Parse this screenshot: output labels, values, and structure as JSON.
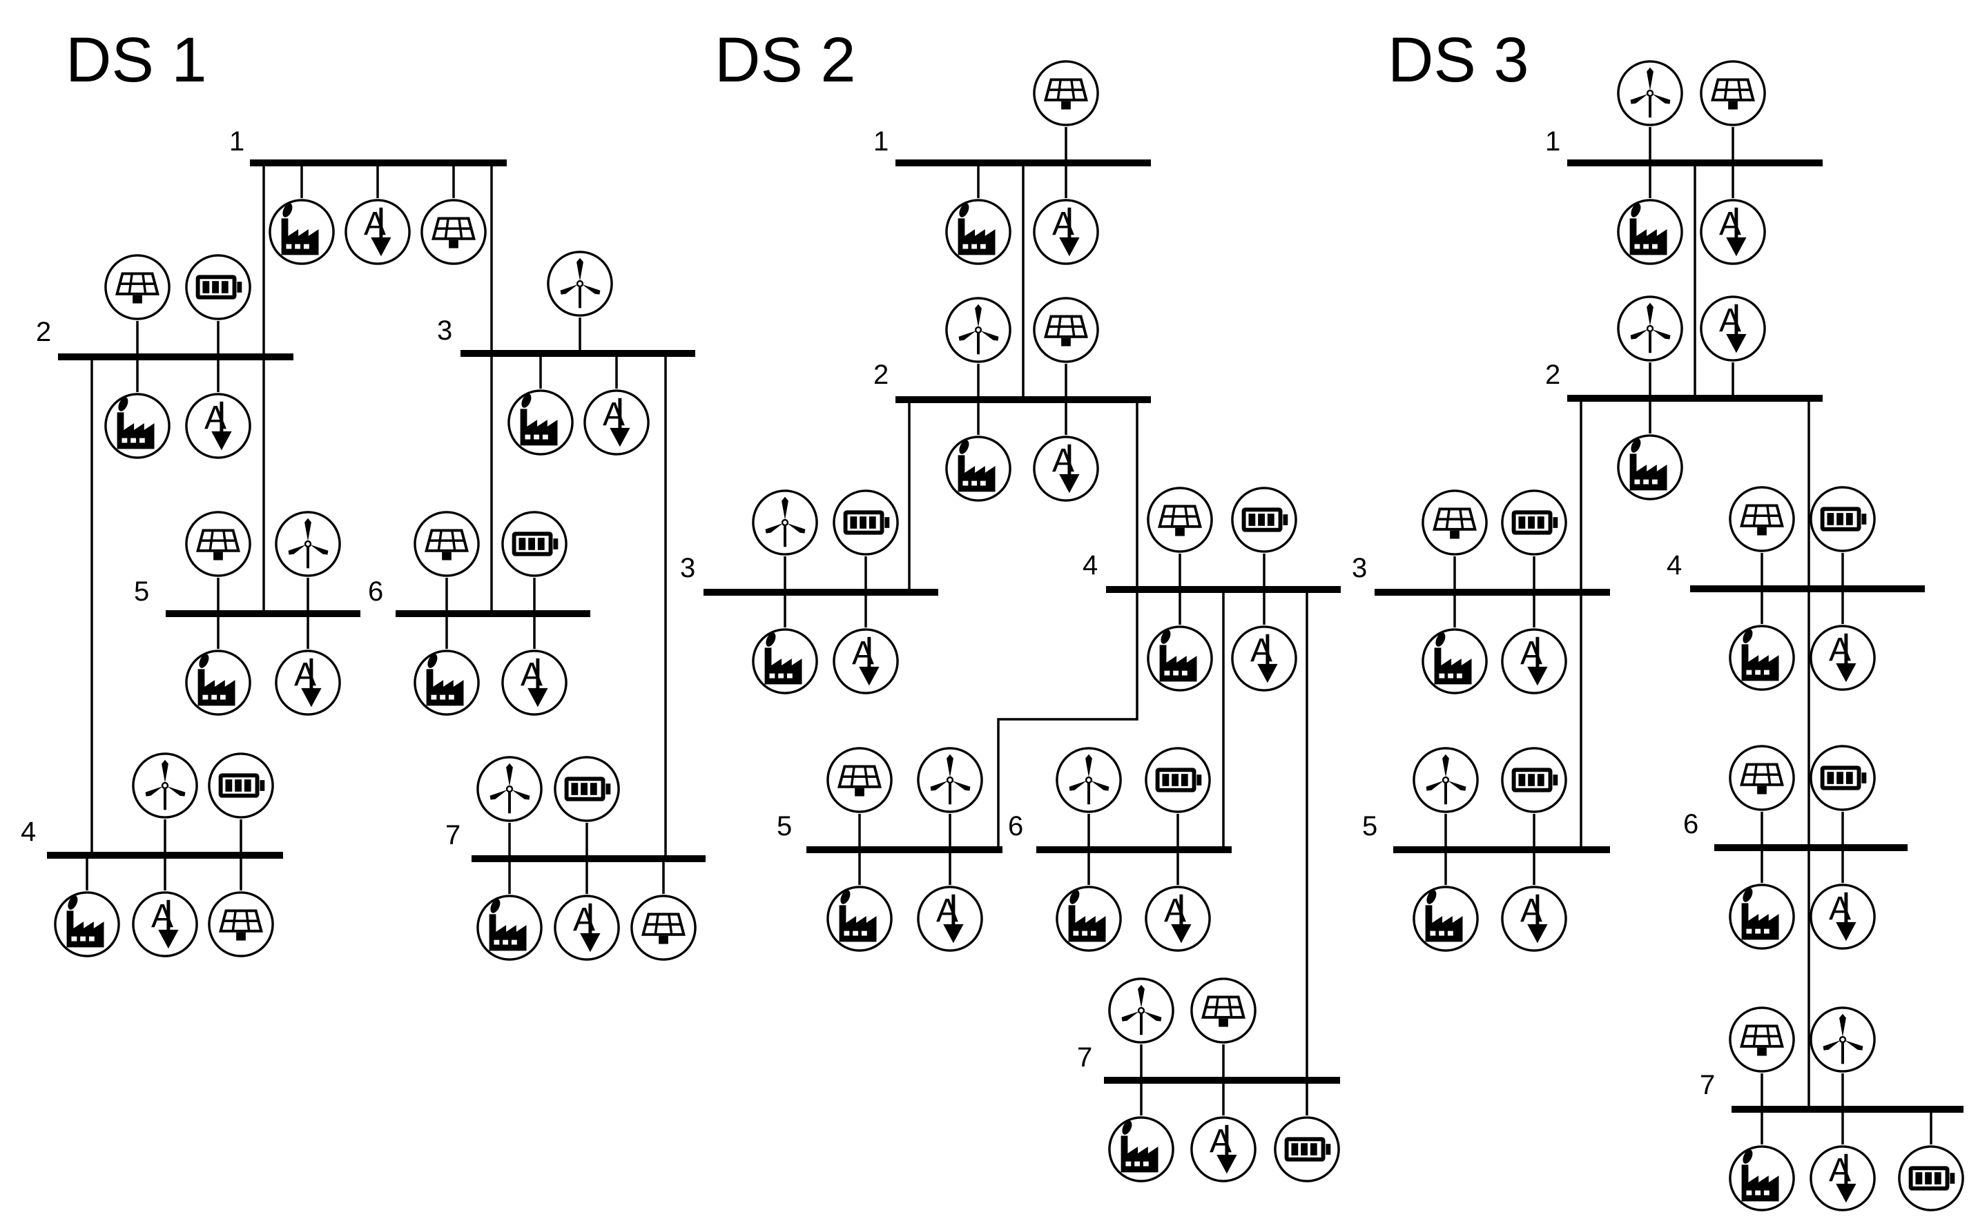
{
  "systems": [
    {
      "title": "DS 1",
      "buses": [
        {
          "label": "1",
          "above": [],
          "below": [
            "industry",
            "load",
            "solar"
          ]
        },
        {
          "label": "2",
          "above": [
            "solar",
            "battery"
          ],
          "below": [
            "industry",
            "load"
          ]
        },
        {
          "label": "3",
          "above": [
            "wind"
          ],
          "below": [
            "industry",
            "load"
          ]
        },
        {
          "label": "4",
          "above": [
            "wind",
            "battery"
          ],
          "below": [
            "industry",
            "load",
            "solar"
          ]
        },
        {
          "label": "5",
          "above": [
            "solar",
            "wind"
          ],
          "below": [
            "industry",
            "load"
          ]
        },
        {
          "label": "6",
          "above": [
            "solar",
            "battery"
          ],
          "below": [
            "industry",
            "load"
          ]
        },
        {
          "label": "7",
          "above": [
            "wind",
            "battery"
          ],
          "below": [
            "industry",
            "load",
            "solar"
          ]
        }
      ]
    },
    {
      "title": "DS 2",
      "buses": [
        {
          "label": "1",
          "above": [
            "solar"
          ],
          "below": [
            "industry",
            "load"
          ]
        },
        {
          "label": "2",
          "above": [
            "wind",
            "solar"
          ],
          "below": [
            "industry",
            "load"
          ]
        },
        {
          "label": "3",
          "above": [
            "wind",
            "battery"
          ],
          "below": [
            "industry",
            "load"
          ]
        },
        {
          "label": "4",
          "above": [
            "solar",
            "battery"
          ],
          "below": [
            "industry",
            "load"
          ]
        },
        {
          "label": "5",
          "above": [
            "solar",
            "wind"
          ],
          "below": [
            "industry",
            "load"
          ]
        },
        {
          "label": "6",
          "above": [
            "wind",
            "battery"
          ],
          "below": [
            "industry",
            "load"
          ]
        },
        {
          "label": "7",
          "above": [
            "wind",
            "solar"
          ],
          "below": [
            "industry",
            "load",
            "battery"
          ]
        }
      ]
    },
    {
      "title": "DS 3",
      "buses": [
        {
          "label": "1",
          "above": [
            "wind",
            "solar"
          ],
          "below": [
            "industry",
            "load"
          ]
        },
        {
          "label": "2",
          "above": [
            "wind",
            "load"
          ],
          "below": [
            "industry"
          ]
        },
        {
          "label": "3",
          "above": [
            "solar",
            "battery"
          ],
          "below": [
            "industry",
            "load"
          ]
        },
        {
          "label": "4",
          "above": [
            "solar",
            "battery"
          ],
          "below": [
            "industry",
            "load"
          ]
        },
        {
          "label": "5",
          "above": [
            "wind",
            "battery"
          ],
          "below": [
            "industry",
            "load"
          ]
        },
        {
          "label": "6",
          "above": [
            "solar",
            "battery"
          ],
          "below": [
            "industry",
            "load"
          ]
        },
        {
          "label": "7",
          "above": [
            "solar",
            "wind"
          ],
          "below": [
            "industry",
            "load",
            "battery"
          ]
        }
      ]
    }
  ],
  "load_symbol_text": "A",
  "icons": {
    "solar": "solar-panel-icon",
    "wind": "wind-turbine-icon",
    "battery": "battery-icon",
    "industry": "factory-icon",
    "load": "load-arrow-icon"
  }
}
